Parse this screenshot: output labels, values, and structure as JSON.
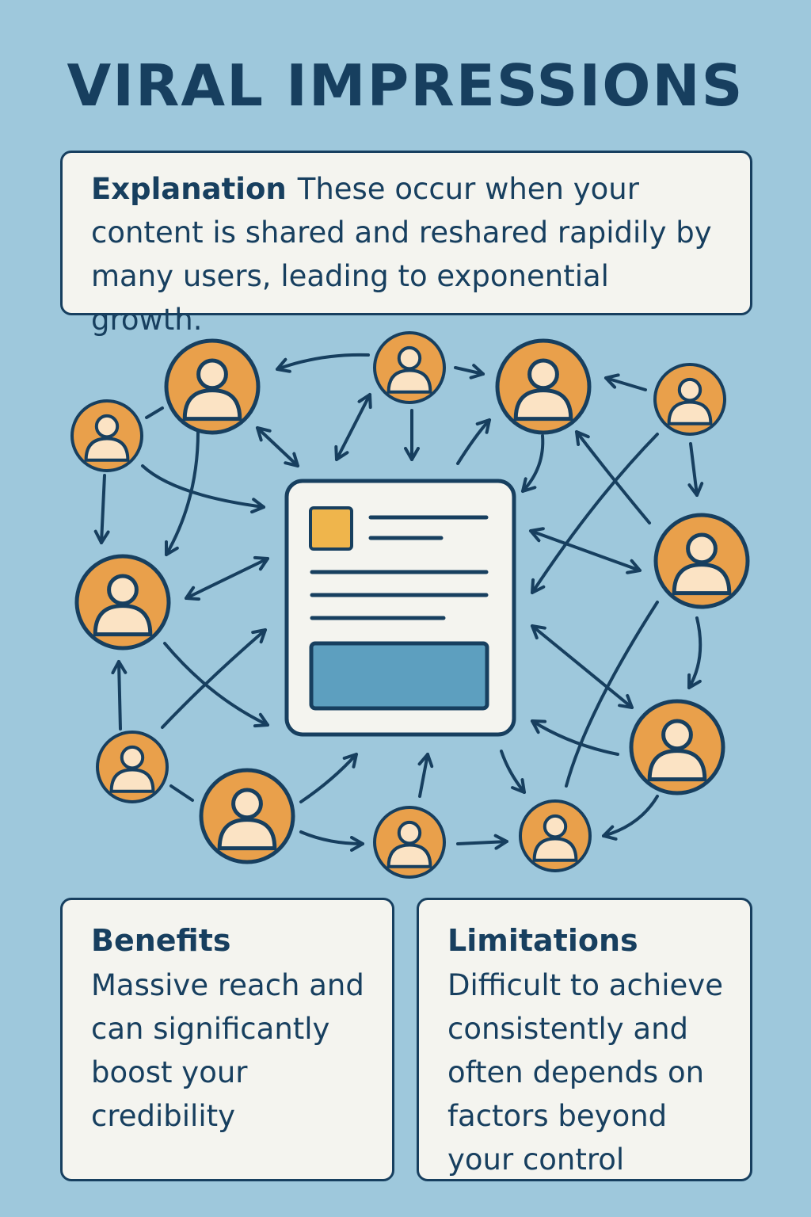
{
  "title": "VIRAL IMPRESSIONS",
  "explanation": {
    "label": "Explanation",
    "text": "These occur when your content is shared and reshared rapidily by many users, leading to exponential growth."
  },
  "benefits": {
    "heading": "Benefits",
    "text": "Massive reach and can significantly boost your credibility"
  },
  "limitations": {
    "heading": "Limitations",
    "text": "Difficult to achieve consistently and often depends on factors beyond your control"
  },
  "colors": {
    "background": "#9ec8dc",
    "navy": "#173f5f",
    "orange": "#e9a04b",
    "skin": "#fbe3c4",
    "card": "#f4f4ef",
    "accent_square": "#efb54c",
    "accent_bar": "#5d9fbf"
  },
  "icons": {
    "user": "user-icon",
    "content": "document-icon"
  }
}
